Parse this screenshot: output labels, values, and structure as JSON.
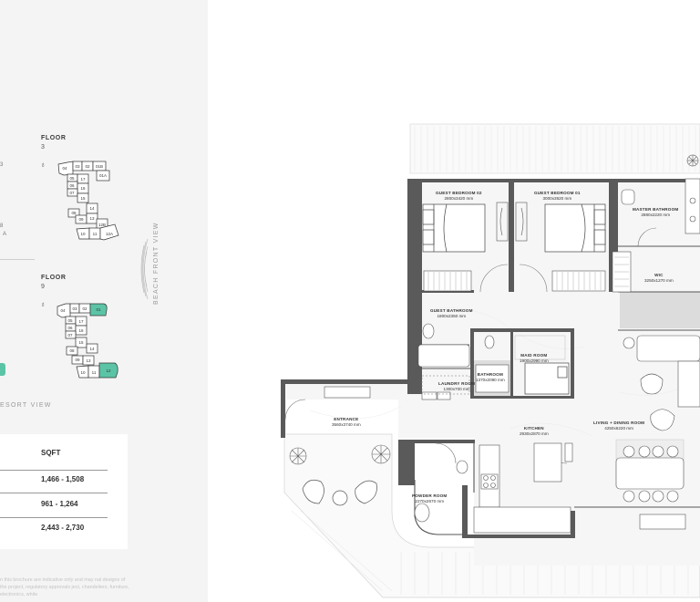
{
  "left_panel": {
    "floor_plates": [
      {
        "title": "FLOOR",
        "number": "3",
        "units": [
          "04",
          "03",
          "02",
          "01B",
          "01A",
          "05",
          "17",
          "06",
          "16",
          "07",
          "15",
          "08",
          "14",
          "09",
          "13",
          "12B",
          "10",
          "11",
          "12A"
        ],
        "highlighted": []
      },
      {
        "title": "FLOOR",
        "number": "9",
        "units": [
          "04",
          "03",
          "02",
          "01",
          "05",
          "17",
          "06",
          "16",
          "07",
          "15",
          "08",
          "14",
          "09",
          "13",
          "10",
          "11",
          "12"
        ],
        "highlighted": [
          "01",
          "12"
        ]
      }
    ],
    "compass_symbol": "♁",
    "edge_fragments": {
      "unit_a": "A",
      "unit_b": "8",
      "left_top": "3"
    },
    "beach_front_view": "BEACH FRONT VIEW",
    "resort_view": "ESORT VIEW",
    "table": {
      "header": "SQFT",
      "rows": [
        "1,466 - 1,508",
        "961 - 1,264",
        "2,443 - 2,730"
      ]
    },
    "disclaimer": "n this brochure are indicative only and may nal designs of the project, regulatory approvals ject, chandeliers, furniture, electronics, white"
  },
  "plan": {
    "rooms": [
      {
        "name": "GUEST BEDROOM 02",
        "dims": "2800x3420 mm"
      },
      {
        "name": "GUEST BEDROOM 01",
        "dims": "3000x3620 mm"
      },
      {
        "name": "MASTER BATHROOM",
        "dims": "2880x2220 mm"
      },
      {
        "name": "WIC",
        "dims": "3250x1270 mm"
      },
      {
        "name": "GUEST BATHROOM",
        "dims": "1800x2350 mm"
      },
      {
        "name": "MAID ROOM",
        "dims": "1900x2990 mm"
      },
      {
        "name": "BATHROOM",
        "dims": "1370x2090 mm"
      },
      {
        "name": "LAUNDRY ROOM",
        "dims": "1300x700 mm"
      },
      {
        "name": "ENTRANCE",
        "dims": "3560x3740 mm"
      },
      {
        "name": "KITCHEN",
        "dims": "2930x2870 mm"
      },
      {
        "name": "LIVING + DINING ROOM",
        "dims": "4250x6220 mm"
      },
      {
        "name": "POWDER ROOM",
        "dims": "2270x2670 mm"
      }
    ]
  },
  "colors": {
    "accent_teal": "#5cc4a6",
    "wall": "#5a5a5a",
    "panel_bg": "#f4f4f4"
  }
}
